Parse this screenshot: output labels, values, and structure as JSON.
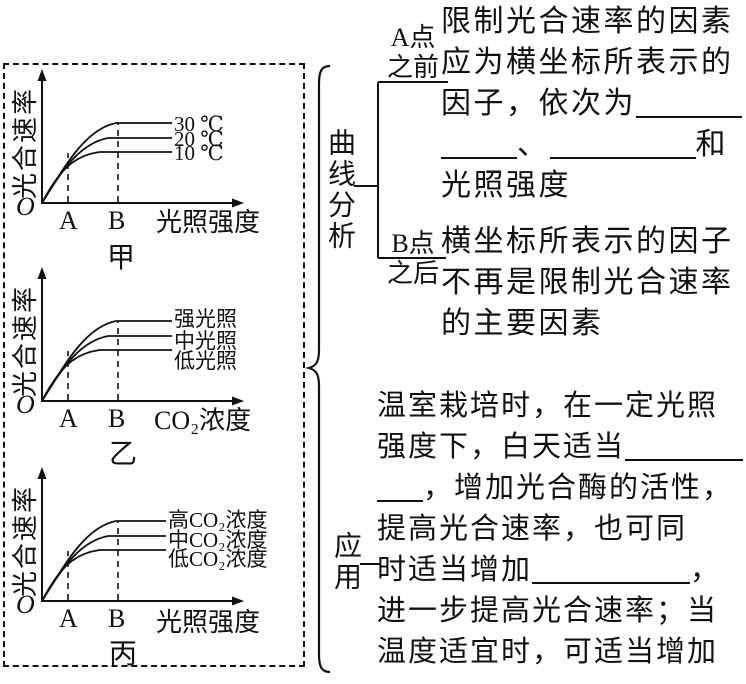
{
  "chart_data": [
    {
      "type": "line",
      "title": "甲",
      "ylabel": "光合速率",
      "xlabel": "光照强度",
      "origin_label": "O",
      "x_marks": [
        "A",
        "B"
      ],
      "series": [
        {
          "name": "30 ℃",
          "relative_plateau": "high"
        },
        {
          "name": "20 ℃",
          "relative_plateau": "middle"
        },
        {
          "name": "10 ℃",
          "relative_plateau": "low"
        }
      ],
      "curve_shape": "rises from origin O, saturates between A and B",
      "grid": false,
      "legend_position": "right of plateau lines"
    },
    {
      "type": "line",
      "title": "乙",
      "ylabel": "光合速率",
      "xlabel": "CO₂浓度",
      "origin_label": "O",
      "x_marks": [
        "A",
        "B"
      ],
      "series": [
        {
          "name": "强光照",
          "relative_plateau": "high"
        },
        {
          "name": "中光照",
          "relative_plateau": "middle"
        },
        {
          "name": "低光照",
          "relative_plateau": "low"
        }
      ],
      "curve_shape": "rises from origin O, saturates between A and B",
      "grid": false,
      "legend_position": "right of plateau lines"
    },
    {
      "type": "line",
      "title": "丙",
      "ylabel": "光合速率",
      "xlabel": "光照强度",
      "origin_label": "O",
      "x_marks": [
        "A",
        "B"
      ],
      "series": [
        {
          "name": "高CO₂浓度",
          "relative_plateau": "high"
        },
        {
          "name": "中CO₂浓度",
          "relative_plateau": "middle"
        },
        {
          "name": "低CO₂浓度",
          "relative_plateau": "low"
        }
      ],
      "curve_shape": "rises from origin O, saturates between A and B",
      "grid": false,
      "legend_position": "right of plateau lines"
    }
  ],
  "analysis": {
    "label": "曲线分析",
    "before": {
      "point_label": "A点",
      "position_label": "之前",
      "l1": "限制光合速率的因素",
      "l2": "应为横坐标所表示的",
      "l3": "因子，依次为",
      "l4_sep": "、",
      "l4_and": "和",
      "l5": "光照强度"
    },
    "after": {
      "point_label": "B点",
      "position_label": "之后",
      "l1": "横坐标所表示的因子",
      "l2": "不再是限制光合速率",
      "l3": "的主要因素"
    }
  },
  "application": {
    "label": "应用",
    "l1": "温室栽培时，在一定光照",
    "l2": "强度下，白天适当",
    "l3": "，增加光合酶的活性，",
    "l4": "提高光合速率，也可同",
    "l5a": "时适当增加",
    "l5b": "，",
    "l6": "进一步提高光合速率；当",
    "l7": "温度适宜时，可适当增加"
  }
}
